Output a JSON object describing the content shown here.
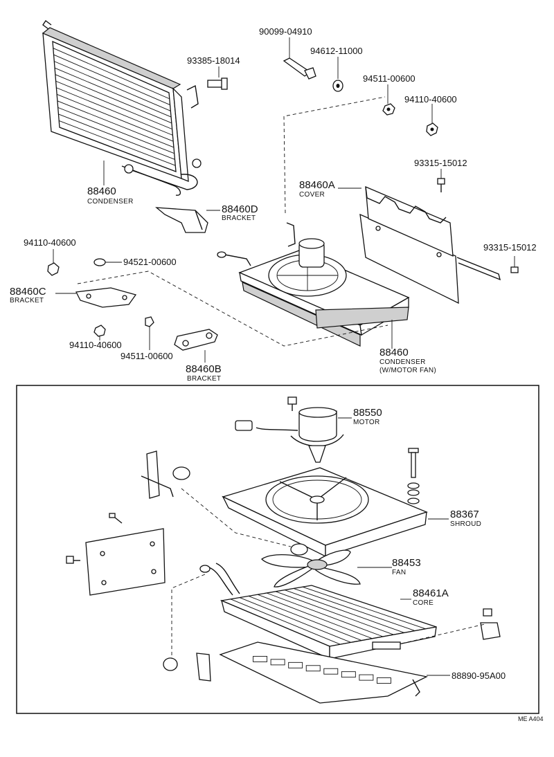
{
  "callouts": {
    "p_90099_04910": "90099-04910",
    "p_93385_18014": "93385-18014",
    "p_94612_11000": "94612-11000",
    "p_94511_00600_top": "94511-00600",
    "p_94110_40600_top": "94110-40600",
    "p_93315_15012_a": "93315-15012",
    "p_88460_cond": "88460",
    "n_condenser": "CONDENSER",
    "p_88460A": "88460A",
    "n_cover": "COVER",
    "p_88460D": "88460D",
    "n_bracket_d": "BRACKET",
    "p_94110_40600_left": "94110-40600",
    "p_94521_00600": "94521-00600",
    "p_93315_15012_b": "93315-15012",
    "p_88460C": "88460C",
    "n_bracket_c": "BRACKET",
    "p_94110_40600_bottom": "94110-40600",
    "p_94511_00600_bottom": "94511-00600",
    "p_88460B": "88460B",
    "n_bracket_b": "BRACKET",
    "p_88460_fan": "88460",
    "n_condenser_fan": "CONDENSER",
    "n_wmotor_fan": "(W/MOTOR FAN)",
    "p_88550": "88550",
    "n_motor": "MOTOR",
    "p_88367": "88367",
    "n_shroud": "SHROUD",
    "p_88453": "88453",
    "n_fan": "FAN",
    "p_88461A": "88461A",
    "n_core": "CORE",
    "p_88890_95A00": "88890-95A00"
  },
  "footer": {
    "code": "ME  A404"
  }
}
